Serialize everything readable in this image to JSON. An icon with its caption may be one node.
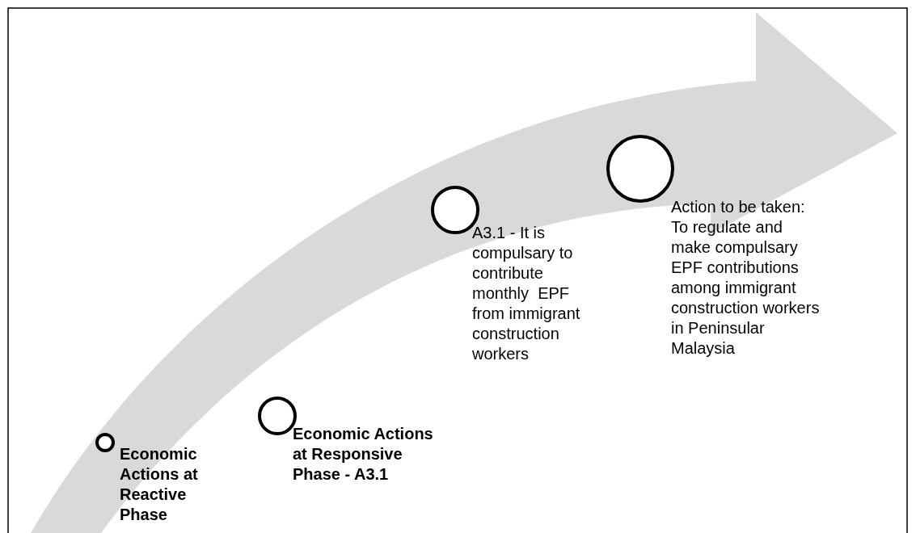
{
  "diagram": {
    "nodes": [
      {
        "text": [],
        "shape": "circle",
        "beside": [
          "Economic Actions at Reactive Phase"
        ]
      },
      {
        "text": [],
        "shape": "circle",
        "beside": [
          "Economic Actions at Responsive Phase - A3.1"
        ]
      },
      {
        "text": [],
        "shape": "circle",
        "beside": [
          "A3.1 - It is compulsary to contribute monthly  EPF from immigrant construction workers"
        ]
      },
      {
        "text": [],
        "shape": "circle",
        "beside": [
          "Action to be taken: To regulate and make compulsary EPF contributions among immigrant construction workers in Peninsular Malaysia"
        ]
      }
    ]
  }
}
